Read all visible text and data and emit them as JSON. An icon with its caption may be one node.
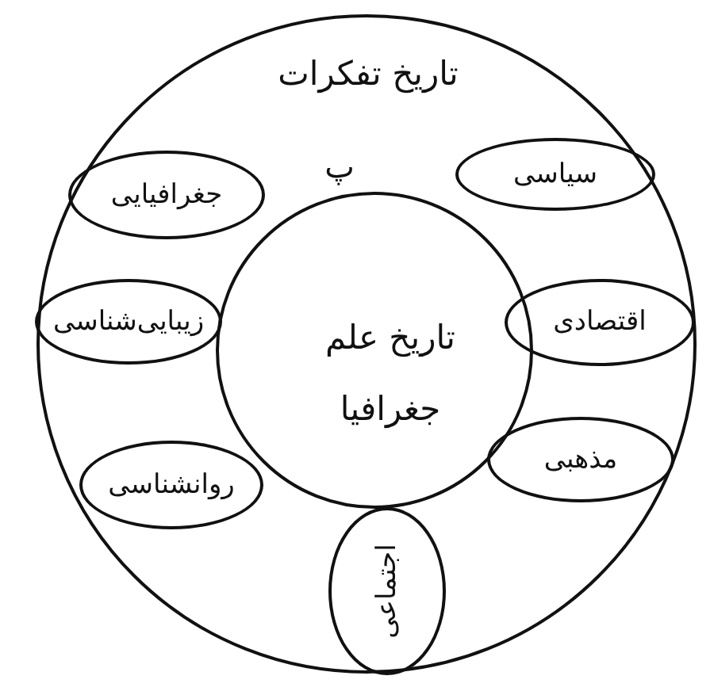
{
  "diagram": {
    "nodes": [
      {
        "text": [
          "تاریخ تفکرات"
        ]
      },
      {
        "text": [
          "سیاسی"
        ],
        "in": 0
      },
      {
        "text": [
          "جغرافیایی"
        ],
        "in": 0
      },
      {
        "text": [
          "تاریخ علم جغرافیا"
        ],
        "in": 0
      },
      {
        "text": [
          "اقتصادی"
        ],
        "in": 0
      },
      {
        "text": [
          "زیبایی‌شناسی"
        ],
        "in": 0
      },
      {
        "text": [
          "مذهبی"
        ],
        "in": 0
      },
      {
        "text": [
          "روانشناسی"
        ],
        "in": 0
      },
      {
        "text": [
          "اجتماعی"
        ],
        "in": 0
      }
    ],
    "labels": [
      "پ"
    ]
  }
}
